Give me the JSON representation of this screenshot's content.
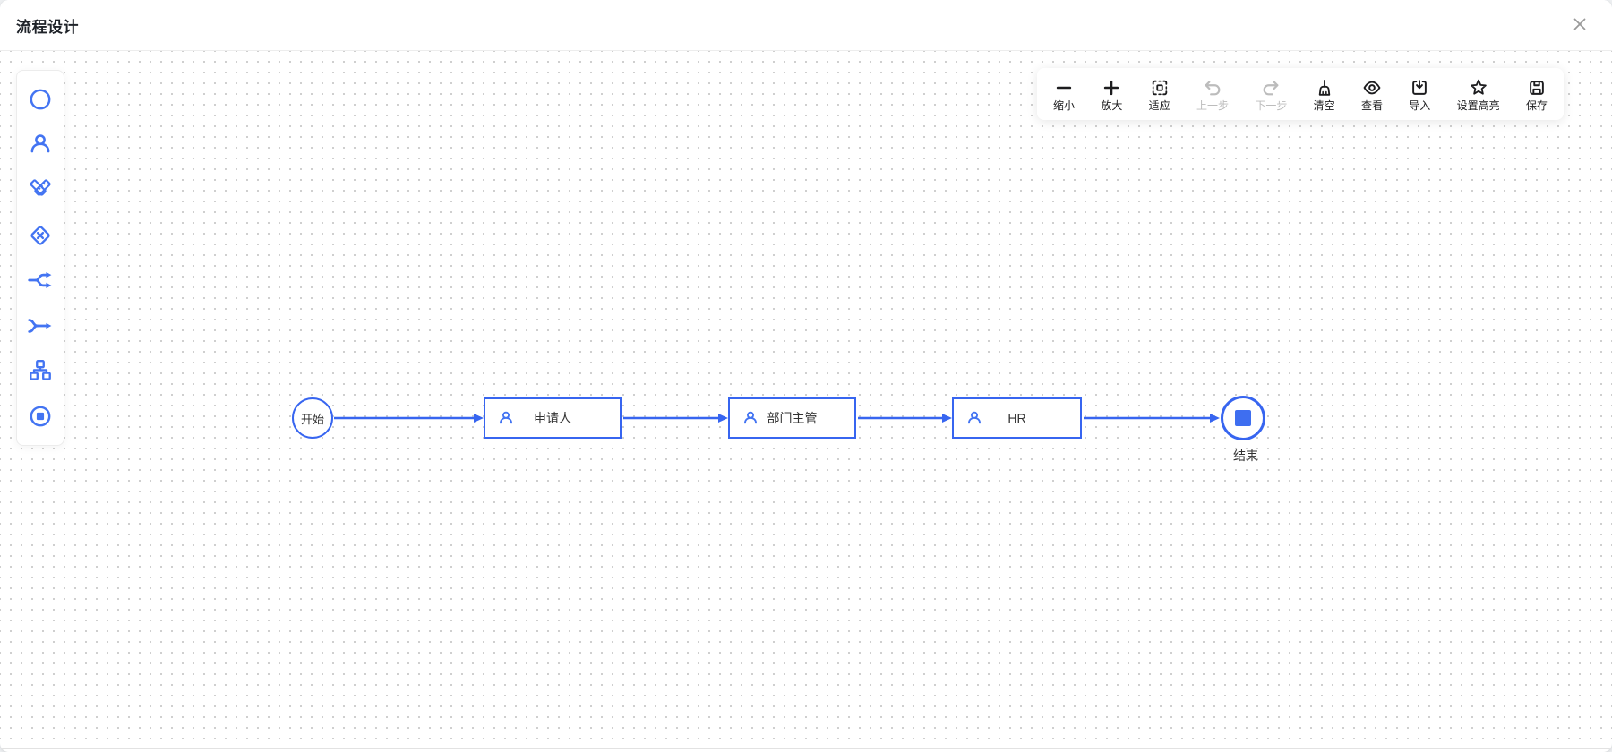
{
  "header": {
    "title": "流程设计",
    "close_icon": "close-icon"
  },
  "colors": {
    "accent": "#3765F0",
    "icon_blue": "#4374F2",
    "toolbar_icon": "#1c1c1e",
    "disabled": "#bcbcbc",
    "grid_dot": "#cfcfcf",
    "node_text": "#333333",
    "title_text": "#1f2329"
  },
  "sidebar": {
    "tools": [
      {
        "icon": "circle-node-icon"
      },
      {
        "icon": "user-node-icon"
      },
      {
        "icon": "pencil-ruler-icon"
      },
      {
        "icon": "gateway-diamond-icon"
      },
      {
        "icon": "fork-branch-icon"
      },
      {
        "icon": "join-merge-icon"
      },
      {
        "icon": "org-chart-icon"
      },
      {
        "icon": "end-node-icon"
      }
    ]
  },
  "toolbar": {
    "items": [
      {
        "label": "缩小",
        "icon": "zoom-out-icon",
        "enabled": true
      },
      {
        "label": "放大",
        "icon": "zoom-in-icon",
        "enabled": true
      },
      {
        "label": "适应",
        "icon": "fit-view-icon",
        "enabled": true
      },
      {
        "label": "上一步",
        "icon": "undo-icon",
        "enabled": false
      },
      {
        "label": "下一步",
        "icon": "redo-icon",
        "enabled": false
      },
      {
        "label": "清空",
        "icon": "clear-broom-icon",
        "enabled": true
      },
      {
        "label": "查看",
        "icon": "eye-icon",
        "enabled": true
      },
      {
        "label": "导入",
        "icon": "import-icon",
        "enabled": true
      },
      {
        "label": "设置高亮",
        "icon": "star-icon",
        "enabled": true
      },
      {
        "label": "保存",
        "icon": "save-icon",
        "enabled": true
      }
    ]
  },
  "flow": {
    "nodes": [
      {
        "type": "start",
        "label": "开始"
      },
      {
        "type": "user-task",
        "label": "申请人"
      },
      {
        "type": "user-task",
        "label": "部门主管"
      },
      {
        "type": "user-task",
        "label": "HR"
      },
      {
        "type": "end",
        "label": "结束"
      }
    ]
  }
}
